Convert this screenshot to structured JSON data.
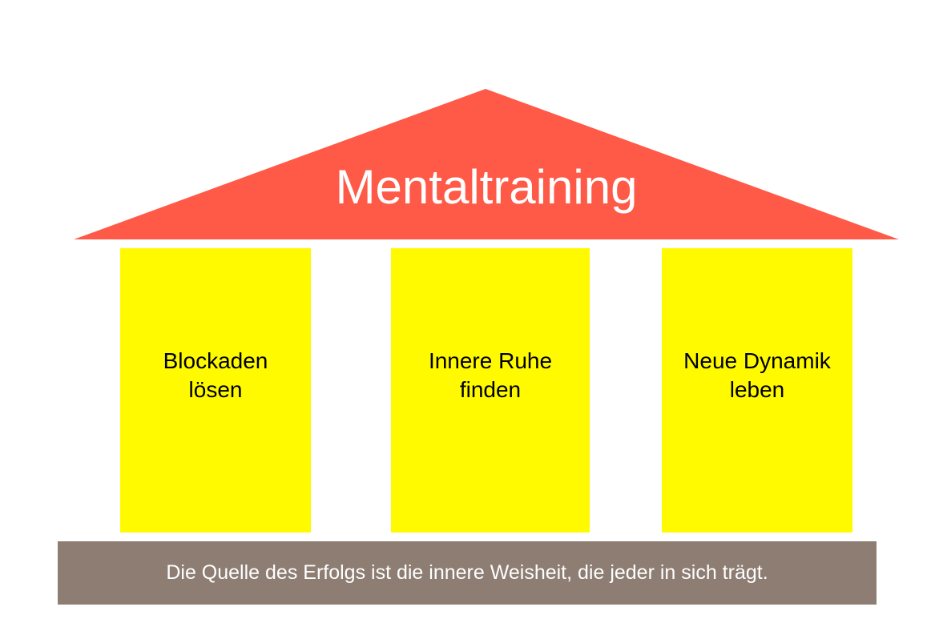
{
  "roof": {
    "title": "Mentaltraining",
    "color": "#ff5a47"
  },
  "pillars": [
    {
      "line1": "Blockaden",
      "line2": "lösen"
    },
    {
      "line1": "Innere Ruhe",
      "line2": "finden"
    },
    {
      "line1": "Neue Dynamik",
      "line2": "leben"
    }
  ],
  "pillar_color": "#fffa00",
  "base": {
    "text": "Die Quelle des Erfolgs ist die innere Weisheit, die jeder in sich trägt.",
    "color": "#8d7d73"
  }
}
